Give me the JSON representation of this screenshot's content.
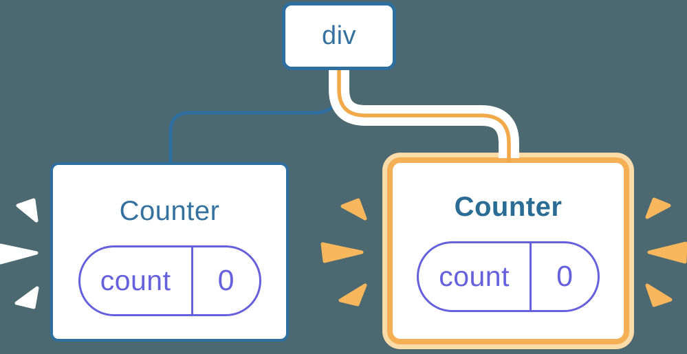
{
  "diagram_title": "react-component-tree-rerender-diagram",
  "colors": {
    "canvas_bg": "#4C6870",
    "card_bg": "#FFFFFF",
    "blue_border": "#2F6FA0",
    "blue_wire": "#2E6E9E",
    "blue_text": "#35719F",
    "blue_text_bold": "#2A6C94",
    "purple": "#6560DC",
    "orange_wire": "#F2A94A",
    "orange_border": "#F5AF54",
    "orange_light": "#FBDCA8",
    "casing_white": "#FFFFFF",
    "spark_white": "#FFFFFF",
    "spark_orange": "#F8B75C"
  },
  "tree": {
    "root": {
      "label": "div"
    },
    "children": [
      {
        "label": "Counter",
        "highlighted": false,
        "state": {
          "key": "count",
          "value": "0"
        }
      },
      {
        "label": "Counter",
        "highlighted": true,
        "state": {
          "key": "count",
          "value": "0"
        }
      }
    ]
  }
}
